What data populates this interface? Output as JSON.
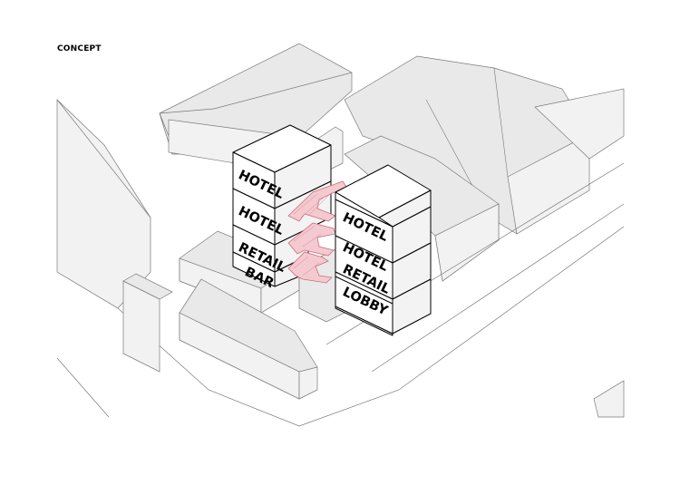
{
  "title": "CONCEPT",
  "left_tower": {
    "floors": [
      "HOTEL",
      "HOTEL",
      "RETAIL",
      "BAR"
    ]
  },
  "right_tower": {
    "floors": [
      "HOTEL",
      "HOTEL",
      "RETAIL",
      "LOBBY"
    ]
  },
  "colors": {
    "connector": "#f4c9cf",
    "connector_stroke": "#c9707c",
    "context_fill": "#f2f2f2",
    "context_stroke": "#7a7a7a"
  }
}
